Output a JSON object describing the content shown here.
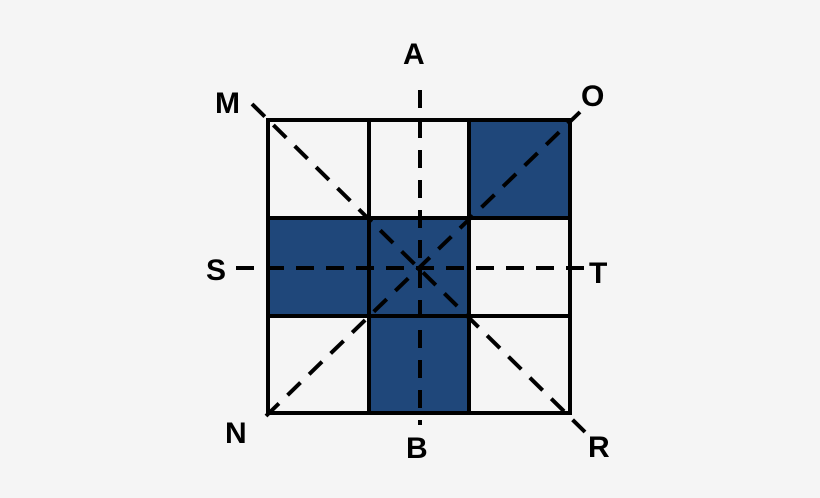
{
  "diagram": {
    "background": "#f5f5f5",
    "fill_color": "#1f477a",
    "grid": {
      "rows": 3,
      "cols": 3,
      "shaded_cells": [
        [
          0,
          2
        ],
        [
          1,
          0
        ],
        [
          1,
          1
        ],
        [
          2,
          1
        ]
      ]
    },
    "labels": {
      "A": "A",
      "B": "B",
      "M": "M",
      "O": "O",
      "N": "N",
      "R": "R",
      "S": "S",
      "T": "T"
    },
    "axes": [
      {
        "name": "A-B",
        "type": "vertical dashed"
      },
      {
        "name": "S-T",
        "type": "horizontal dashed"
      },
      {
        "name": "M-R",
        "type": "diagonal dashed"
      },
      {
        "name": "N-O",
        "type": "diagonal dashed"
      }
    ]
  }
}
